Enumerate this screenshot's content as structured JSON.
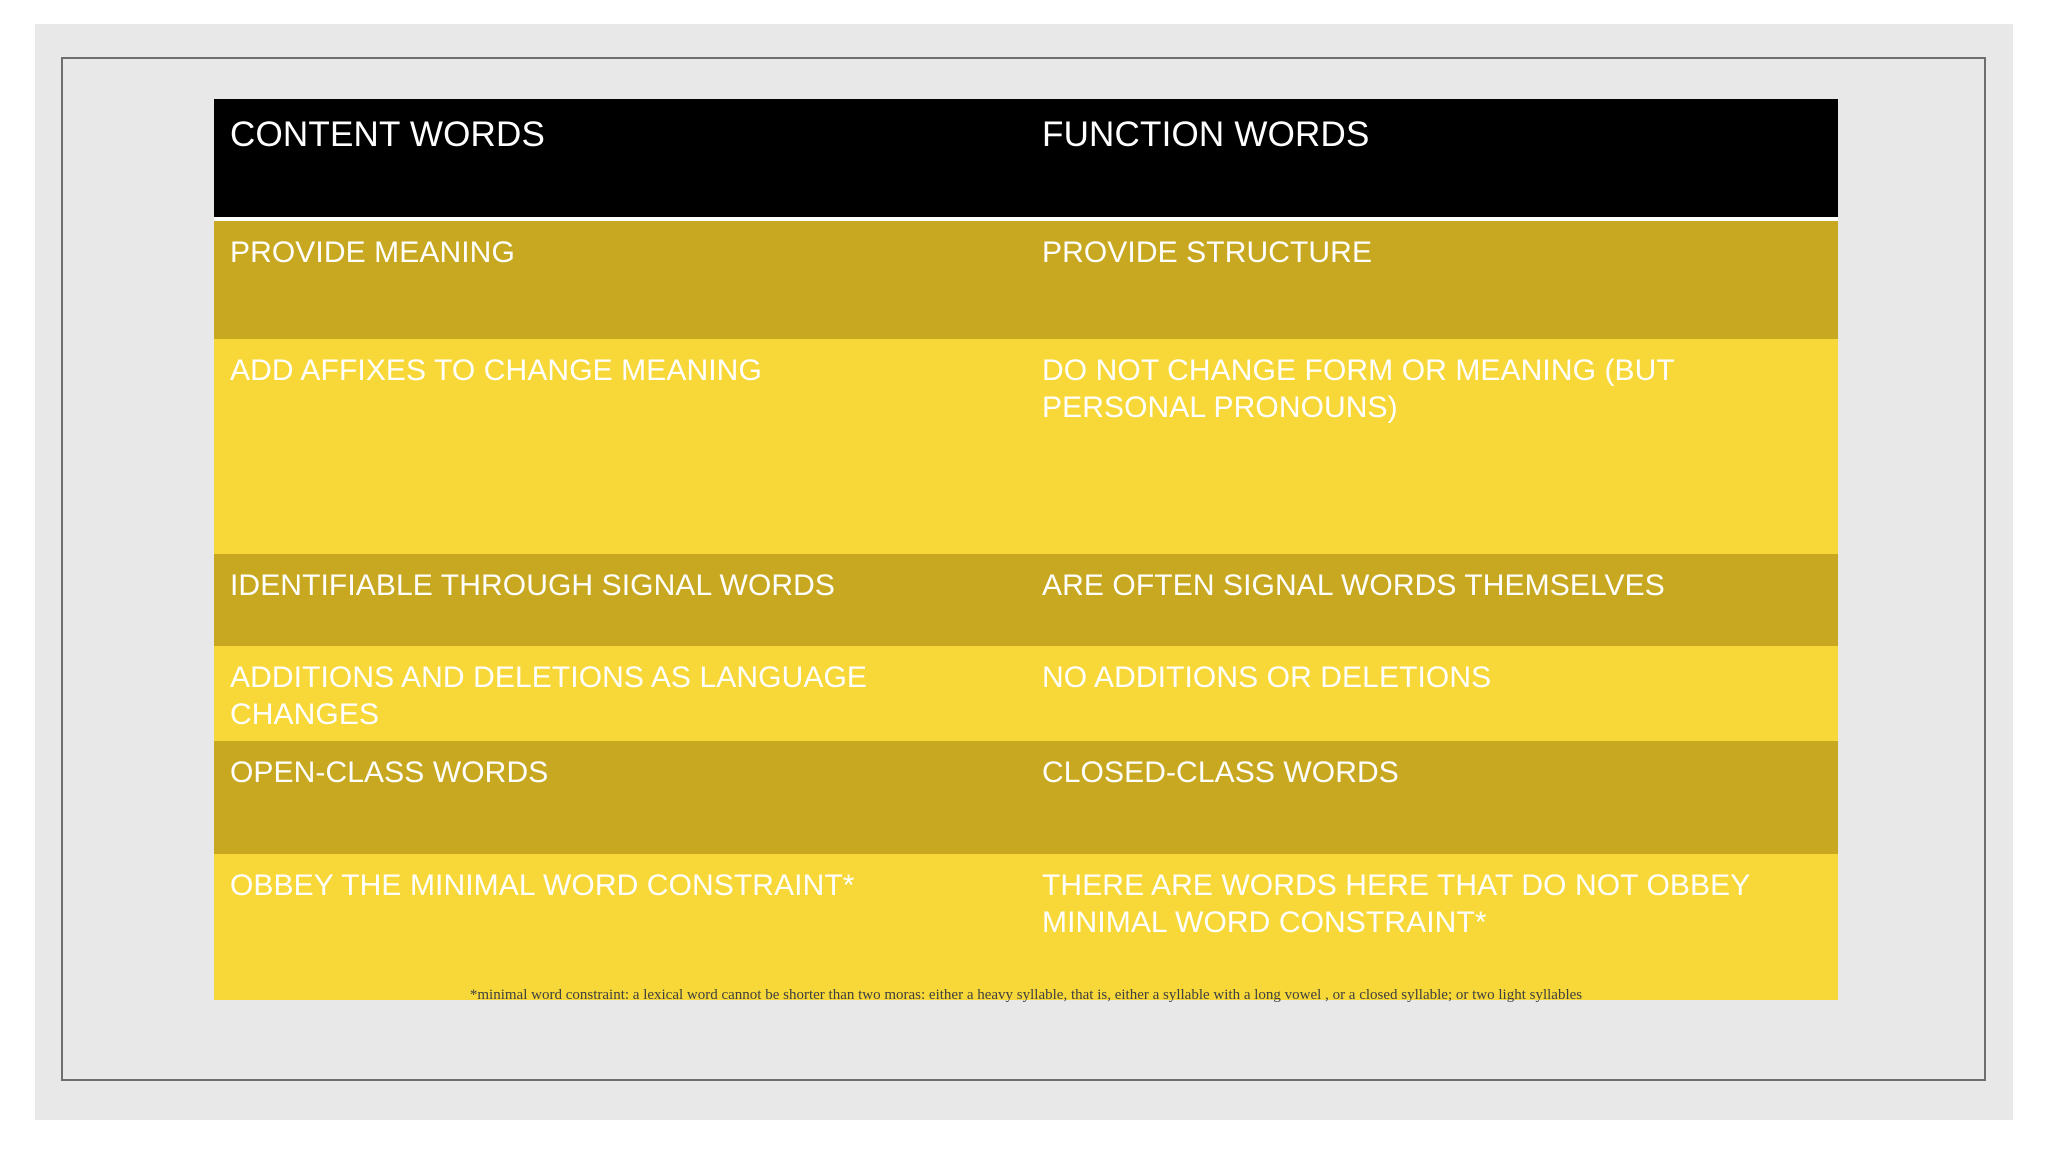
{
  "slide": {
    "table": {
      "columns": [
        {
          "header": "CONTENT WORDS"
        },
        {
          "header": "FUNCTION WORDS"
        }
      ],
      "rows": [
        {
          "left": "PROVIDE MEANING",
          "right": "PROVIDE STRUCTURE",
          "band": "dark"
        },
        {
          "left": "ADD AFFIXES TO CHANGE MEANING",
          "right": "DO NOT CHANGE FORM OR MEANING (BUT PERSONAL PRONOUNS)",
          "band": "light"
        },
        {
          "left": "IDENTIFIABLE THROUGH SIGNAL WORDS",
          "right": "ARE OFTEN SIGNAL WORDS THEMSELVES",
          "band": "dark"
        },
        {
          "left": "ADDITIONS AND DELETIONS AS LANGUAGE CHANGES",
          "right": "NO ADDITIONS OR DELETIONS",
          "band": "light"
        },
        {
          "left": "OPEN-CLASS WORDS",
          "right": "CLOSED-CLASS WORDS",
          "band": "dark"
        },
        {
          "left": "OBBEY THE MINIMAL WORD CONSTRAINT*",
          "right": "THERE ARE WORDS HERE THAT DO NOT OBBEY MINIMAL WORD CONSTRAINT*",
          "band": "light"
        }
      ],
      "footnote": "*minimal word constraint: a lexical word cannot be shorter than two moras: either a heavy syllable, that is, either a syllable with a long vowel , or a closed syllable; or two light syllables"
    },
    "colors": {
      "header_background": "#000000",
      "band_dark": "#c8a820",
      "band_light": "#f8d839",
      "text": "#ffffff",
      "footnote_text": "#3f3f3f",
      "slide_background": "#e8e8e8",
      "frame_border": "#6e6e6e"
    }
  }
}
